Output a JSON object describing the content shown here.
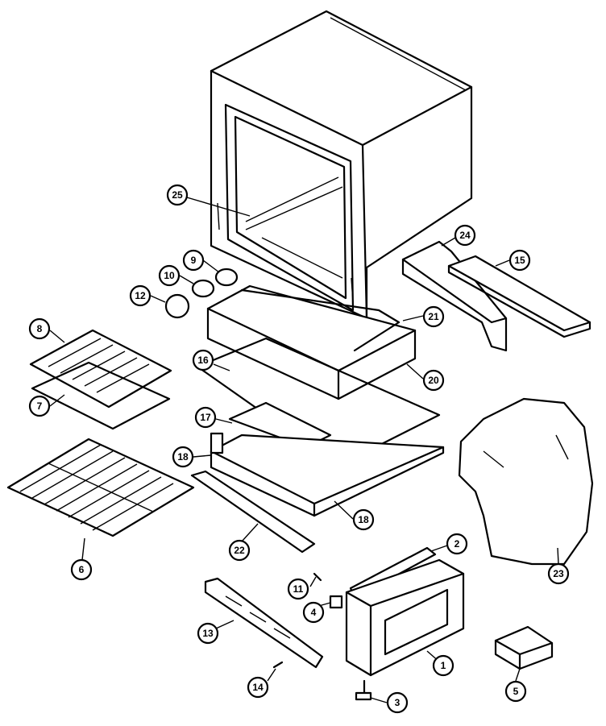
{
  "callouts": [
    {
      "id": "1",
      "label": "1"
    },
    {
      "id": "2",
      "label": "2"
    },
    {
      "id": "3",
      "label": "3"
    },
    {
      "id": "4",
      "label": "4"
    },
    {
      "id": "5",
      "label": "5"
    },
    {
      "id": "6",
      "label": "6"
    },
    {
      "id": "7",
      "label": "7"
    },
    {
      "id": "8",
      "label": "8"
    },
    {
      "id": "9",
      "label": "9"
    },
    {
      "id": "10",
      "label": "10"
    },
    {
      "id": "11",
      "label": "11"
    },
    {
      "id": "12",
      "label": "12"
    },
    {
      "id": "13",
      "label": "13"
    },
    {
      "id": "14",
      "label": "14"
    },
    {
      "id": "15",
      "label": "15"
    },
    {
      "id": "16",
      "label": "16"
    },
    {
      "id": "17",
      "label": "17"
    },
    {
      "id": "18a",
      "label": "18"
    },
    {
      "id": "18b",
      "label": "18"
    },
    {
      "id": "20",
      "label": "20"
    },
    {
      "id": "21",
      "label": "21"
    },
    {
      "id": "22",
      "label": "22"
    },
    {
      "id": "23",
      "label": "23"
    },
    {
      "id": "24",
      "label": "24"
    },
    {
      "id": "25",
      "label": "25"
    }
  ]
}
